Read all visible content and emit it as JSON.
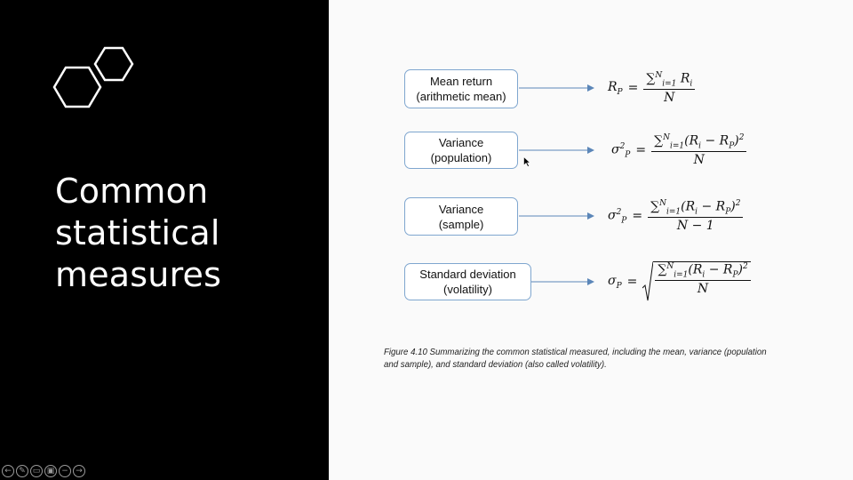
{
  "slide": {
    "title_lines": [
      "Common",
      "statistical",
      "measures"
    ]
  },
  "boxes": [
    {
      "line1": "Mean return",
      "line2": "(arithmetic mean)"
    },
    {
      "line1": "Variance",
      "line2": "(population)"
    },
    {
      "line1": "Variance",
      "line2": "(sample)"
    },
    {
      "line1": "Standard deviation",
      "line2": "(volatility)"
    }
  ],
  "formulas": {
    "mean": {
      "lhs": "R",
      "lhs_sub": "P",
      "num_sum": "∑",
      "num_sub": "i=1",
      "num_sup": "N",
      "num_rest": " R",
      "num_rest_sub": "i",
      "den": "N"
    },
    "var_pop": {
      "lhs": "σ",
      "lhs_sub": "P",
      "lhs_sup": "2",
      "num_sum": "∑",
      "num_sub": "i=1",
      "num_sup": "N",
      "num_rest": "(R",
      "num_rest_sub": "i",
      "num_tail": " − R",
      "num_tail_sub": "P",
      "num_close": ")",
      "num_close_sup": "2",
      "den": "N"
    },
    "var_sample": {
      "lhs": "σ",
      "lhs_sub": "P",
      "lhs_sup": "2",
      "num_sum": "∑",
      "num_sub": "i=1",
      "num_sup": "N",
      "num_rest": "(R",
      "num_rest_sub": "i",
      "num_tail": " − R",
      "num_tail_sub": "P",
      "num_close": ")",
      "num_close_sup": "2",
      "den": "N − 1"
    },
    "std": {
      "lhs": "σ",
      "lhs_sub": "P",
      "num_sum": "∑",
      "num_sub": "i=1",
      "num_sup": "N",
      "num_rest": "(R",
      "num_rest_sub": "i",
      "num_tail": " − R",
      "num_tail_sub": "P",
      "num_close": ")",
      "num_close_sup": "2",
      "den": "N"
    },
    "equals": "="
  },
  "caption": "Figure 4.10 Summarizing the common statistical measured, including the mean, variance (population and sample), and standard deviation (also called volatility).",
  "controls": [
    {
      "icon": "previous-icon",
      "glyph": "←"
    },
    {
      "icon": "pen-icon",
      "glyph": "✎"
    },
    {
      "icon": "captions-icon",
      "glyph": "▭"
    },
    {
      "icon": "video-icon",
      "glyph": "▣"
    },
    {
      "icon": "zoom-icon",
      "glyph": "−"
    },
    {
      "icon": "next-icon",
      "glyph": "→"
    }
  ]
}
